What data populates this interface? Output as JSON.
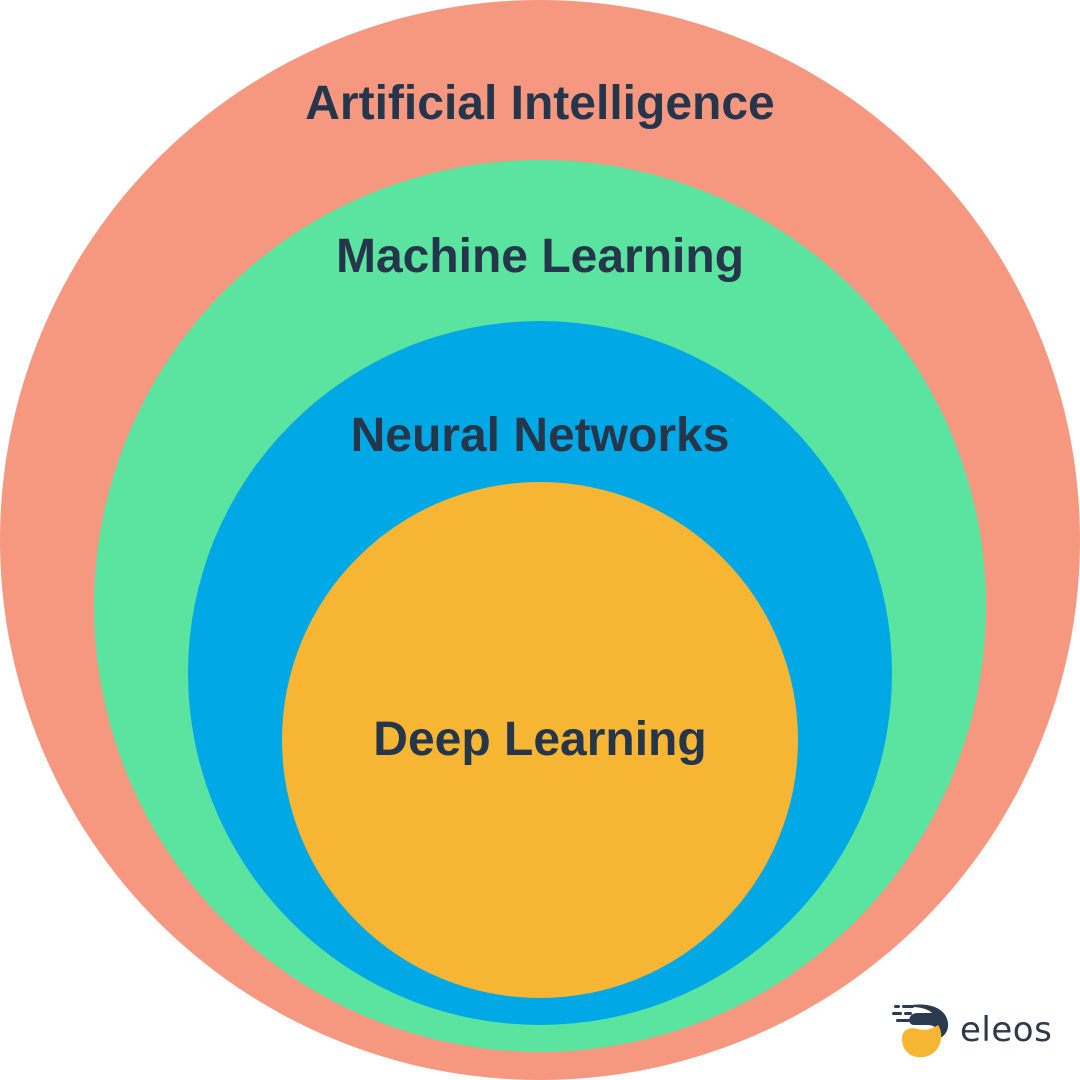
{
  "diagram": {
    "type": "nested-circles",
    "layers": [
      {
        "key": "ai",
        "label": "Artificial Intelligence",
        "color": "#f69880"
      },
      {
        "key": "ml",
        "label": "Machine Learning",
        "color": "#5be3a0"
      },
      {
        "key": "nn",
        "label": "Neural Networks",
        "color": "#00a9e6"
      },
      {
        "key": "dl",
        "label": "Deep Learning",
        "color": "#f7b534"
      }
    ],
    "label_color": "#25354a"
  },
  "brand": {
    "name": "eleos",
    "icon": "eleos-logo-icon",
    "mark_dark": "#2b3a4d",
    "mark_accent": "#f7b534"
  }
}
